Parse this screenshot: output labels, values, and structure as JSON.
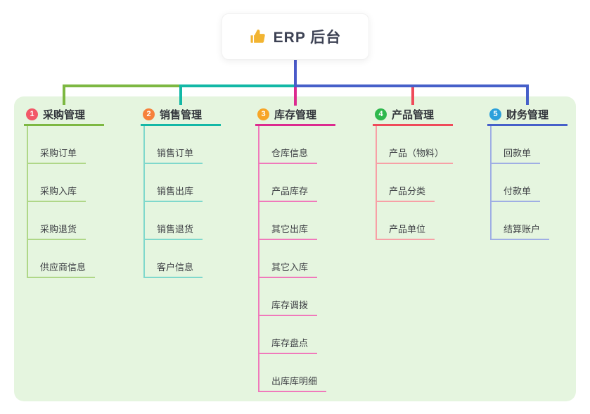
{
  "root": {
    "title": "ERP 后台",
    "icon": "thumbs-up-icon",
    "icon_color": "#F2B431"
  },
  "canvas": {
    "panel_color": "#E5F5DF",
    "trunk_color": "#4A5AC9"
  },
  "branches": [
    {
      "index": "1",
      "label": "采购管理",
      "color": "#7DB842",
      "light": "#AFD788",
      "badge": "#F25868",
      "children": [
        "采购订单",
        "采购入库",
        "采购退货",
        "供应商信息"
      ]
    },
    {
      "index": "2",
      "label": "销售管理",
      "color": "#13B8A6",
      "light": "#7FD8CC",
      "badge": "#F6813C",
      "children": [
        "销售订单",
        "销售出库",
        "销售退货",
        "客户信息"
      ]
    },
    {
      "index": "3",
      "label": "库存管理",
      "color": "#DC2B8F",
      "light": "#F079BB",
      "badge": "#F7A528",
      "children": [
        "仓库信息",
        "产品库存",
        "其它出库",
        "其它入库",
        "库存调拨",
        "库存盘点",
        "出库库明细"
      ]
    },
    {
      "index": "4",
      "label": "产品管理",
      "color": "#EF4B5A",
      "light": "#F7A0A6",
      "badge": "#2FB84D",
      "children": [
        "产品（物料）",
        "产品分类",
        "产品单位"
      ]
    },
    {
      "index": "5",
      "label": "财务管理",
      "color": "#4660C9",
      "light": "#9FAEE4",
      "badge": "#2CA0DB",
      "children": [
        "回款单",
        "付款单",
        "结算账户"
      ]
    }
  ]
}
